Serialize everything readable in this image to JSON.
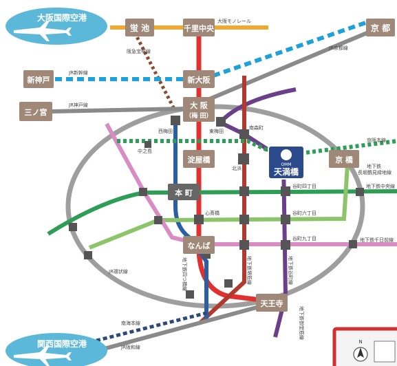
{
  "colors": {
    "loop": "#9e9e9e",
    "midosuji": "#e03030",
    "tanimachi": "#6b3f8a",
    "yotsubashi": "#2b5fa3",
    "sakaisuji": "#b03a2e",
    "chuo": "#2e9e57",
    "nagahori": "#8cc46a",
    "sennichimae": "#d98cc2",
    "keihan": "#2e9e57",
    "monorail": "#f0a830",
    "hankyu": "#8b4a2b",
    "jr_dashed": "#1ea0d8",
    "station_box": "#a08878",
    "featured_station": "#2b4a8c",
    "airport": "#5bb8d8",
    "legend_border": "#d03030"
  },
  "airports": {
    "itami": "大阪国際空港",
    "kansai": "関西国際空港"
  },
  "stations": {
    "hotarugaike": "蛍 池",
    "senri_chuo": "千里中央",
    "kyoto": "京 都",
    "shin_kobe": "新神戸",
    "shin_osaka": "新大阪",
    "sannomiya": "三ノ宮",
    "osaka_main": "大 阪",
    "osaka_sub": "（梅 田）",
    "yodoyabashi": "淀屋橋",
    "kyobashi": "京 橋",
    "honmachi": "本 町",
    "namba": "なんば",
    "tennoji": "天王寺",
    "tenmabashi": "天満橋",
    "tenmabashi_logo": "OMM"
  },
  "labels": {
    "monorail": "大阪モノレール",
    "hankyu_takarazuka": "阪急宝塚線",
    "jr_kyoto": "JR京都線",
    "jr_shinkansen": "JR新幹線",
    "jr_kobe": "JR神戸線",
    "nishi_umeda": "西梅田",
    "higashi_umeda": "東梅田",
    "minami_morimachi": "南森町",
    "nakanoshima": "中之島",
    "kitahama": "北浜",
    "keihan_honsen": "京阪本線",
    "jikata_nagahori": "地下鉄\n長堀鶴見緑地線",
    "tanimachi_4": "谷町四丁目",
    "chuo_line": "地下鉄中央線",
    "shinsaibashi": "心斎橋",
    "tanimachi_6": "谷町六丁目",
    "tanimachi_9": "谷町九丁目",
    "sennichimae_line": "地下鉄千日前線",
    "yotsubashi_line": "地下鉄四つ橋線",
    "sakaisuji_line": "地下鉄堺筋線",
    "tanimachi_line": "地下鉄谷町線",
    "midosuji_line": "地下鉄御堂筋線",
    "jr_loop": "JR環状線",
    "nankai": "南海本線",
    "jr_hanwa": "JR阪和線",
    "north_mark": "N"
  }
}
